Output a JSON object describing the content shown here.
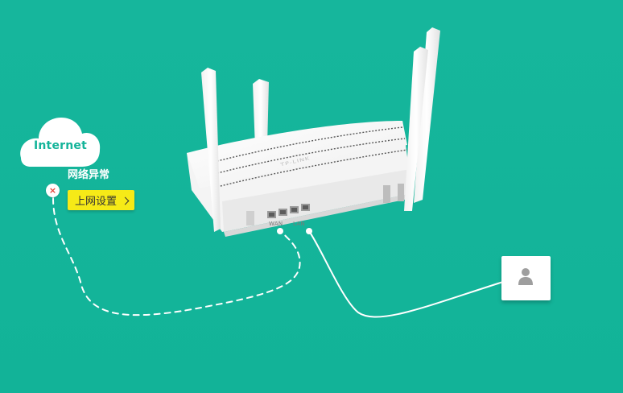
{
  "internet": {
    "label": "Internet",
    "status": "网络异常",
    "error_symbol": "×"
  },
  "setup_button": {
    "label": "上网设置"
  },
  "router": {
    "brand": "TP-LINK",
    "ports": {
      "wan": "WAN",
      "lan": "LAN"
    }
  },
  "device": {
    "icon": "user-icon"
  },
  "colors": {
    "background": "#15b59b",
    "button_yellow": "#f6ea17",
    "error_red": "#e5453a",
    "cable_white": "#ffffff"
  }
}
